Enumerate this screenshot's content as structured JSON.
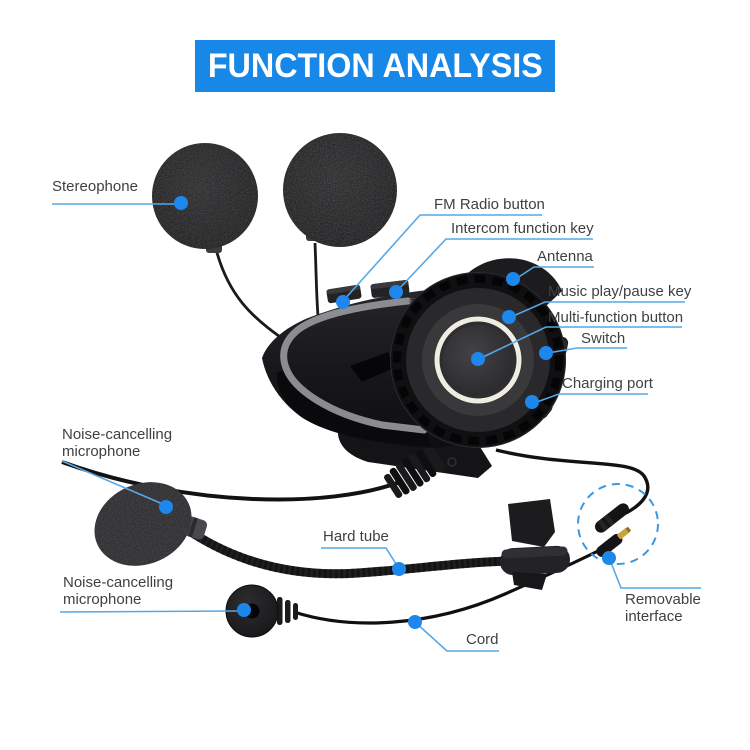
{
  "banner": {
    "title": "FUNCTION ANALYSIS"
  },
  "theme": {
    "banner_bg": "#1787e8",
    "banner_text": "#ffffff",
    "callout_line": "#55a7e6",
    "callout_dot": "#1d87ec",
    "label_color": "#3e4144",
    "background": "#ffffff",
    "dial_ring": "#efece2",
    "gold_tip": "#c9a43e"
  },
  "callouts": {
    "stereophone": {
      "label": "Stereophone"
    },
    "fm_radio": {
      "label": "FM Radio button"
    },
    "intercom": {
      "label": "Intercom function key"
    },
    "antenna": {
      "label": "Antenna"
    },
    "music_play_pause": {
      "label": "Music play/pause key"
    },
    "multi_function": {
      "label": "Multi-function button"
    },
    "switch": {
      "label": "Switch"
    },
    "charging_port": {
      "label": "Charging port"
    },
    "noise_mic_top": {
      "label_line1": "Noise-cancelling",
      "label_line2": "microphone"
    },
    "hard_tube": {
      "label": "Hard tube"
    },
    "noise_mic_bottom": {
      "label_line1": "Noise-cancelling",
      "label_line2": "microphone"
    },
    "cord": {
      "label": "Cord"
    },
    "removable_interface": {
      "label_line1": "Removable",
      "label_line2": "interface"
    }
  },
  "product": {
    "name": "motorcycle-helmet-bluetooth-intercom-headset",
    "parts": [
      "stereophone-speakers",
      "main-control-unit",
      "control-dial",
      "antenna",
      "boom-noise-cancelling-microphone",
      "button-noise-cancelling-microphone",
      "hard-tube",
      "mounting-clip",
      "cord",
      "removable-interface-connector"
    ]
  }
}
